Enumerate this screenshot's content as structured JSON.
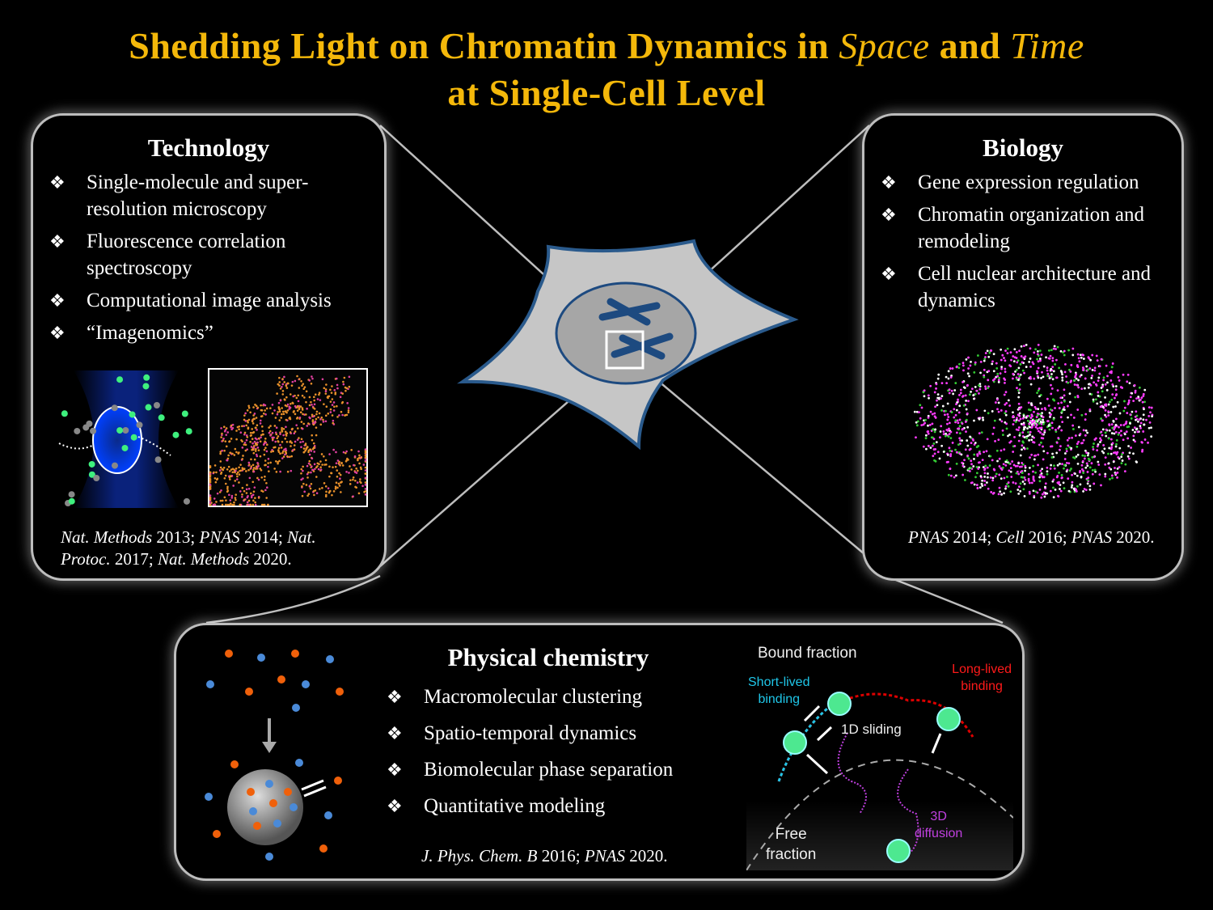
{
  "title": {
    "line1_a": "Shedding Light on Chromatin Dynamics in ",
    "line1_space": "Space",
    "line1_and": " and ",
    "line1_time": "Time",
    "line2": "at Single-Cell Level"
  },
  "technology": {
    "heading": "Technology",
    "bullet": "❖",
    "items": [
      "Single-molecule and super-resolution microscopy",
      "Fluorescence correlation spectroscopy",
      "Computational image analysis",
      "“Imagenomics”"
    ],
    "refs": [
      {
        "j": "Nat. Methods",
        "y": " 2013; "
      },
      {
        "j": "PNAS",
        "y": " 2014; "
      },
      {
        "j": "Nat. Protoc.",
        "y": " 2017; "
      },
      {
        "j": "Nat. Methods",
        "y": " 2020."
      }
    ]
  },
  "biology": {
    "heading": "Biology",
    "bullet": "❖",
    "items": [
      "Gene expression regulation",
      "Chromatin organization and remodeling",
      "Cell nuclear architecture and dynamics"
    ],
    "refs": [
      {
        "j": "PNAS",
        "y": " 2014; "
      },
      {
        "j": "Cell",
        "y": " 2016; "
      },
      {
        "j": "PNAS",
        "y": " 2020."
      }
    ]
  },
  "physchem": {
    "heading": "Physical chemistry",
    "bullet": "❖",
    "items": [
      "Macromolecular clustering",
      "Spatio-temporal dynamics",
      "Biomolecular phase separation",
      "Quantitative modeling"
    ],
    "refs": [
      {
        "j": "J. Phys. Chem. B",
        "y": " 2016; "
      },
      {
        "j": "PNAS",
        "y": " 2020."
      }
    ],
    "diagram": {
      "bound": "Bound fraction",
      "short1": "Short-lived",
      "short2": "binding",
      "long1": "Long-lived",
      "long2": "binding",
      "sliding": "1D sliding",
      "diff1": "3D",
      "diff2": "diffusion",
      "free1": "Free",
      "free2": "fraction"
    }
  },
  "colors": {
    "title": "#f4b80a",
    "short": "#1fc6e8",
    "long": "#ff1a1a",
    "diffusion": "#c040e0"
  }
}
